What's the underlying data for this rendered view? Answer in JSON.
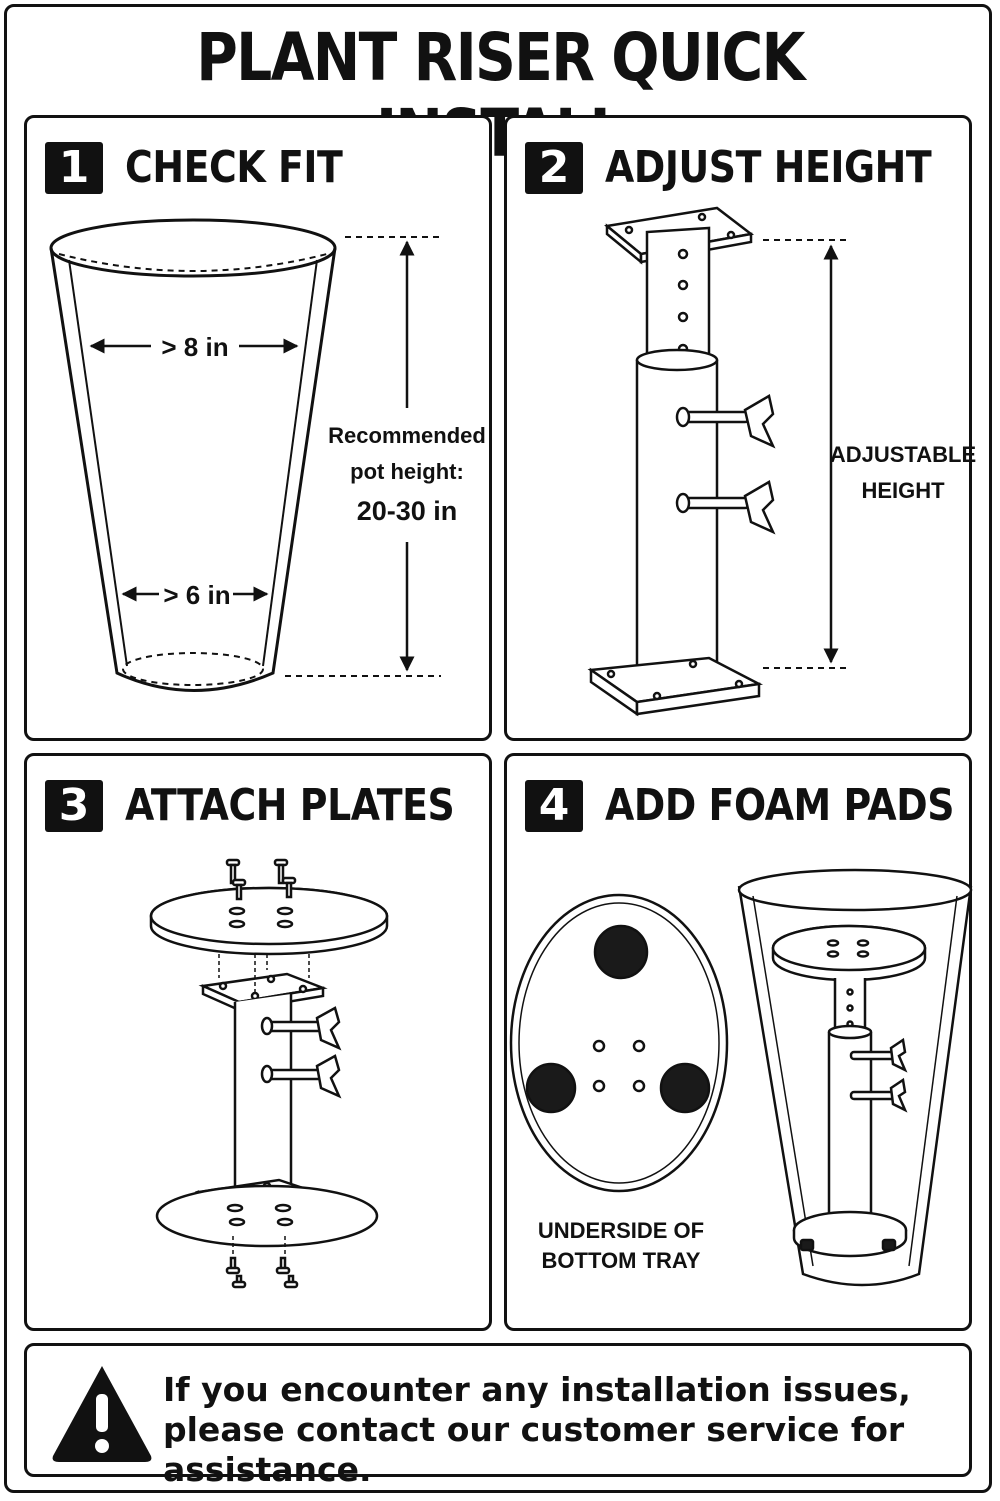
{
  "title": "PLANT RISER QUICK INSTALL",
  "steps": [
    {
      "number": "1",
      "title": "CHECK FIT",
      "labels": {
        "top_diameter": "> 8 in",
        "bottom_diameter": "> 6 in",
        "height_line1": "Recommended",
        "height_line2": "pot height:",
        "height_line3": "20-30 in"
      }
    },
    {
      "number": "2",
      "title": "ADJUST HEIGHT",
      "labels": {
        "line1": "ADJUSTABLE",
        "line2": "HEIGHT"
      }
    },
    {
      "number": "3",
      "title": "ATTACH PLATES"
    },
    {
      "number": "4",
      "title": "ADD FOAM PADS",
      "labels": {
        "line1": "UNDERSIDE OF",
        "line2": "BOTTOM TRAY"
      }
    }
  ],
  "footer": {
    "icon": "warning-triangle-icon",
    "message": "If you encounter any installation issues, please contact our customer service for assistance."
  },
  "colors": {
    "ink": "#111111",
    "paper": "#ffffff",
    "pad": "#1a1a1a"
  }
}
